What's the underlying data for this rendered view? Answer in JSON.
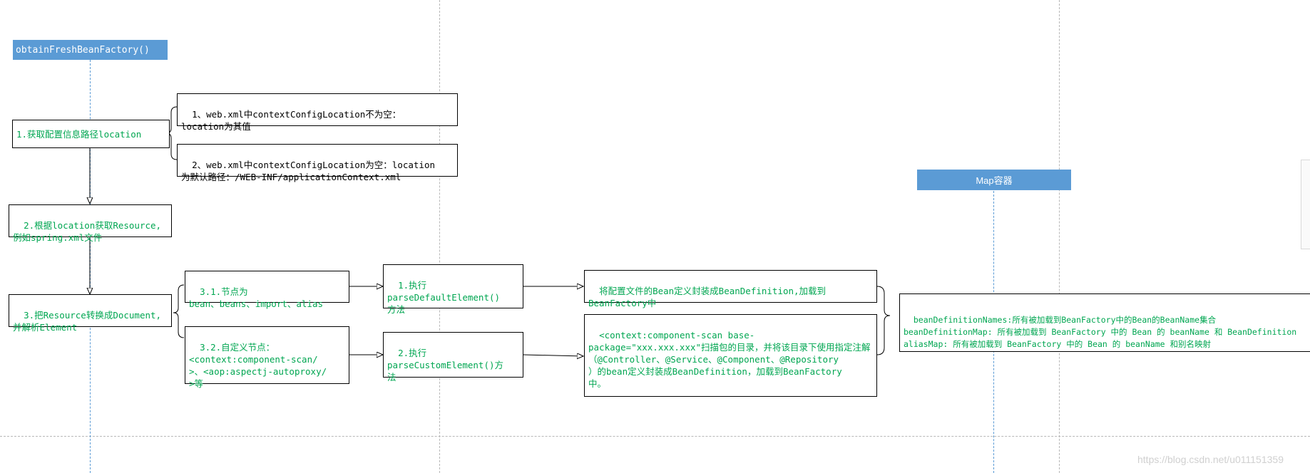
{
  "headers": {
    "left": "obtainFreshBeanFactory()",
    "right": "Map容器"
  },
  "steps": {
    "s1": "1.获取配置信息路径location",
    "s1_a": "1、web.xml中contextConfigLocation不为空：\nlocation为其值",
    "s1_b": "2、web.xml中contextConfigLocation为空：location\n为默认路径：/WEB-INF/applicationContext.xml",
    "s2": "2.根据location获取Resource,\n例如spring.xml文件",
    "s3": "3.把Resource转换成Document,\n并解析Element",
    "s31": "3.1.节点为\nbean、beans、import、alias",
    "s32": "3.2.自定义节点：\n<context:component-scan/\n>、<aop:aspectj-autoproxy/\n>等",
    "exec1": "1.执行\nparseDefaultElement()\n方法",
    "exec2": "2.执行\nparseCustomElement()方\n法",
    "result1": "将配置文件的Bean定义封装成BeanDefinition,加载到\nBeanFactory中",
    "result2": "<context:component-scan base-\npackage=\"xxx.xxx.xxx\"扫描包的目录，并将该目录下使用指定注解\n（@Controller、@Service、@Component、@Repository\n）的bean定义封装成BeanDefinition，加载到BeanFactory\n中。",
    "map": "beanDefinitionNames:所有被加载到BeanFactory中的Bean的BeanName集合\nbeanDefinitionMap: 所有被加载到 BeanFactory 中的 Bean 的 beanName 和 BeanDefinition\naliasMap: 所有被加载到 BeanFactory 中的 Bean 的 beanName 和别名映射"
  },
  "watermark": "https://blog.csdn.net/u011151359",
  "colors": {
    "accent": "#5b9bd5",
    "text_green": "#00a651",
    "border": "#000000",
    "lane": "#b8b8b8"
  }
}
